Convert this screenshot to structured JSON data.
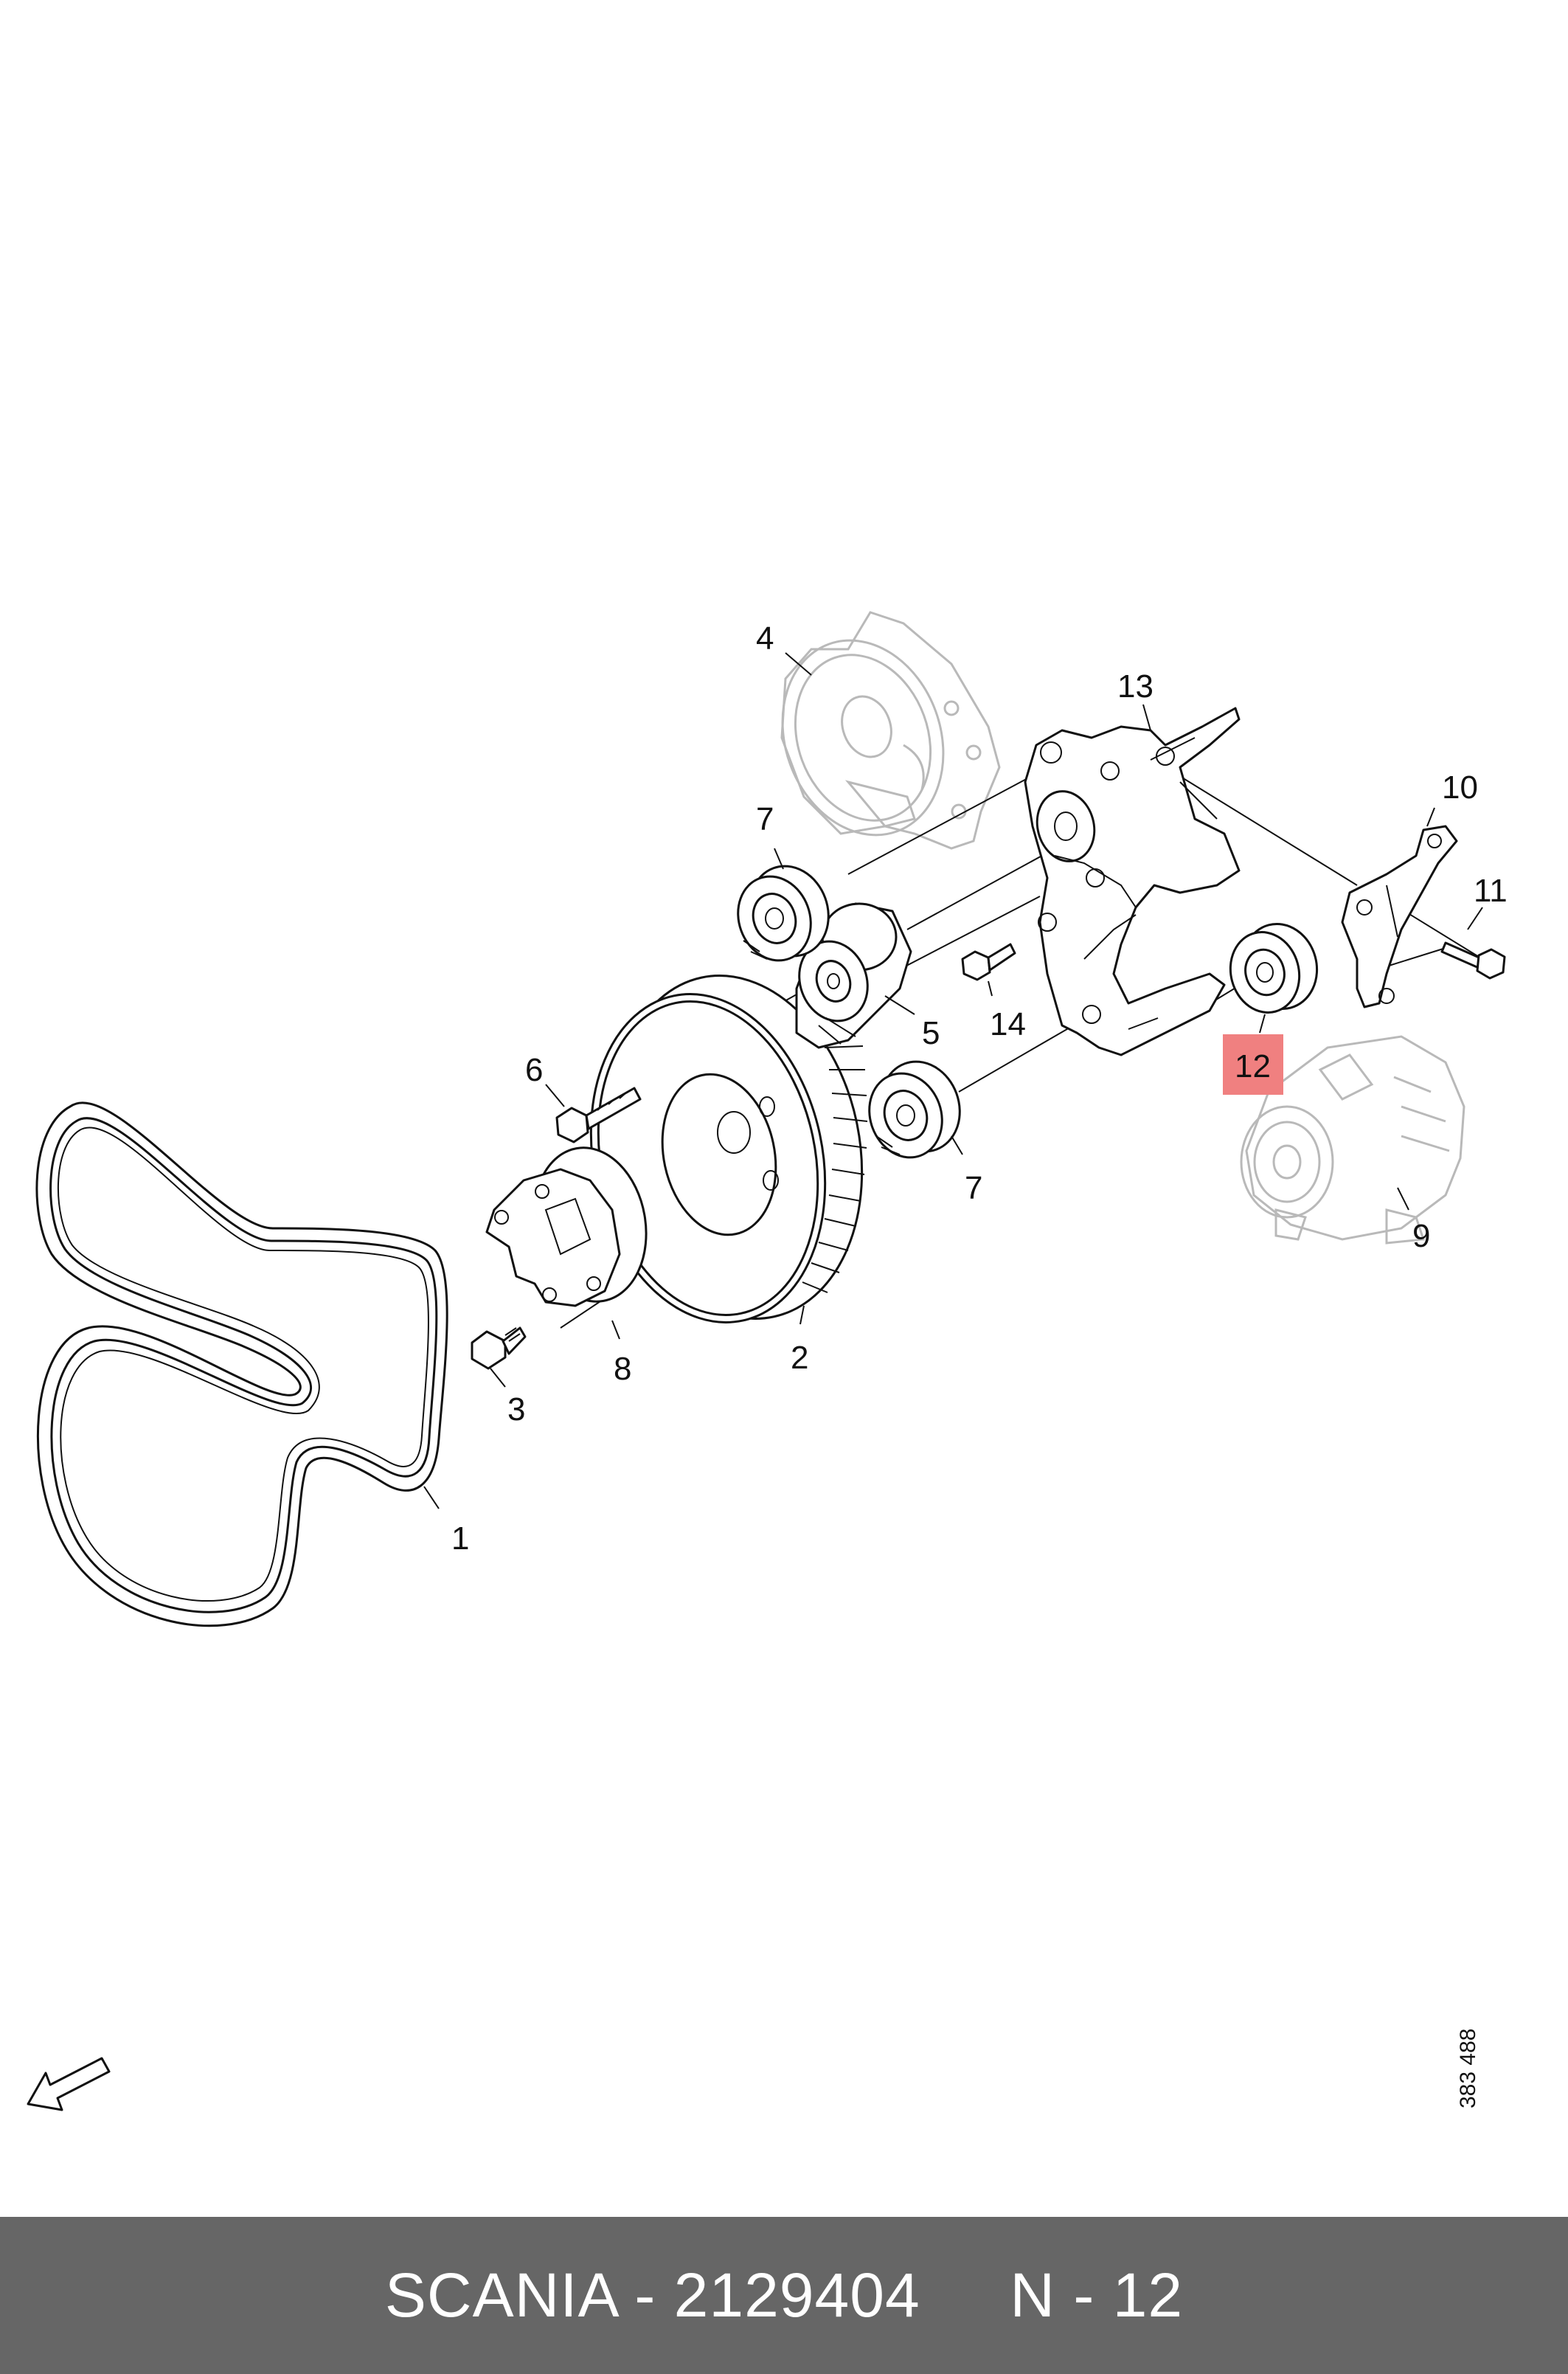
{
  "diagram": {
    "callouts": {
      "c1": "1",
      "c2": "2",
      "c3": "3",
      "c4": "4",
      "c5": "5",
      "c6": "6",
      "c7a": "7",
      "c7b": "7",
      "c8": "8",
      "c9": "9",
      "c10": "10",
      "c11": "11",
      "c12": "12",
      "c13": "13",
      "c14": "14"
    },
    "highlight_color": "#f08080",
    "reference_code": "383 488"
  },
  "footer": {
    "caption": "SCANIA - 2129404     N - 12",
    "background": "#666666"
  }
}
